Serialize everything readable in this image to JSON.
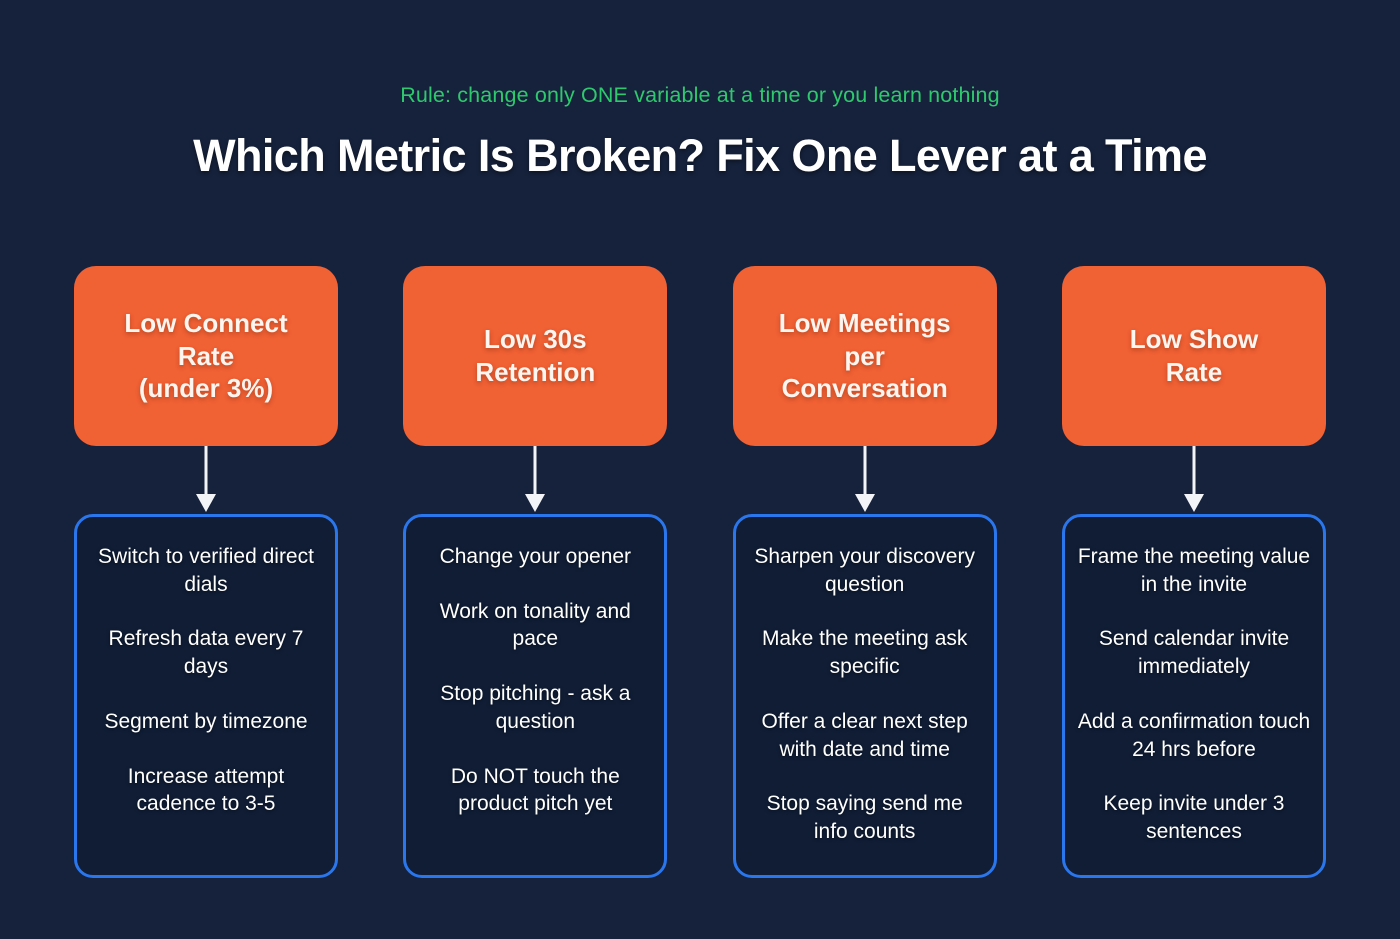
{
  "header": {
    "rule_text": "Rule: change only ONE variable at a time or you learn nothing",
    "title": "Which Metric Is Broken? Fix One Lever at a Time"
  },
  "colors": {
    "background": "#16223c",
    "metric_card": "#f06134",
    "fixes_card_fill": "#101d35",
    "fixes_card_border": "#2a76ec",
    "rule_text": "#2fc96d",
    "title_text": "#ffffff",
    "arrow": "#f2f4f8"
  },
  "columns": [
    {
      "metric": "Low Connect\nRate\n(under 3%)",
      "connector": "down-arrow",
      "fixes": [
        "Switch to verified direct dials",
        "Refresh data every 7 days",
        "Segment by timezone",
        "Increase attempt cadence to 3-5"
      ]
    },
    {
      "metric": "Low 30s\nRetention",
      "connector": "down-arrow",
      "fixes": [
        "Change your opener",
        "Work on tonality and pace",
        "Stop pitching - ask a question",
        "Do NOT touch the product pitch yet"
      ]
    },
    {
      "metric": "Low Meetings\nper\nConversation",
      "connector": "down-arrow",
      "fixes": [
        "Sharpen your discovery question",
        "Make the meeting ask specific",
        "Offer a clear next step with date and time",
        "Stop saying send me info counts"
      ]
    },
    {
      "metric": "Low Show\nRate",
      "connector": "down-arrow",
      "fixes": [
        "Frame the meeting value in the invite",
        "Send calendar invite immediately",
        "Add a confirmation touch 24 hrs before",
        "Keep invite under 3 sentences"
      ]
    }
  ]
}
